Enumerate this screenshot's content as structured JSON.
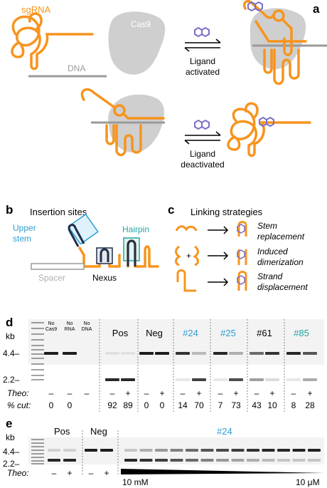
{
  "colors": {
    "orange": "#f7941d",
    "gray": "#cfcfcf",
    "darkgray": "#9a9a9a",
    "purple": "#7b6fc8",
    "blue": "#2a9fd6",
    "teal": "#22a6a6",
    "navy": "#1f2f4a"
  },
  "panel_a": {
    "letter": "a",
    "sgrna_label": "sgRNA",
    "cas9_label": "Cas9",
    "dna_label": "DNA",
    "activated_label_1": "Ligand",
    "activated_label_2": "activated",
    "deactivated_label_1": "Ligand",
    "deactivated_label_2": "deactivated"
  },
  "panel_b": {
    "letter": "b",
    "title": "Insertion sites",
    "upper_stem_1": "Upper",
    "upper_stem_2": "stem",
    "hairpin": "Hairpin",
    "spacer": "Spacer",
    "nexus": "Nexus"
  },
  "panel_c": {
    "letter": "c",
    "title": "Linking strategies",
    "rows": [
      {
        "label_1": "Stem",
        "label_2": "replacement"
      },
      {
        "label_1": "Induced",
        "label_2": "dimerization"
      },
      {
        "label_1": "Strand",
        "label_2": "displacement"
      }
    ],
    "plus": "+"
  },
  "panel_d": {
    "letter": "d",
    "kb_label": "kb",
    "size_upper": "4.4–",
    "size_lower": "2.2–",
    "lane_labels": [
      {
        "l1": "No",
        "l2": "Cas9"
      },
      {
        "l1": "No",
        "l2": "RNA"
      },
      {
        "l1": "No",
        "l2": "DNA"
      }
    ],
    "groups": [
      {
        "name": "Pos",
        "color": "#000000"
      },
      {
        "name": "Neg",
        "color": "#000000"
      },
      {
        "name": "#24",
        "color": "#2a9fd6"
      },
      {
        "name": "#25",
        "color": "#2a9fd6"
      },
      {
        "name": "#61",
        "color": "#000000"
      },
      {
        "name": "#85",
        "color": "#22a6a6"
      }
    ],
    "theo_label": "Theo:",
    "cut_label": "% cut:",
    "theo_values": [
      "–",
      "–",
      "–",
      "–",
      "+",
      "–",
      "+",
      "–",
      "+",
      "–",
      "+",
      "–",
      "+",
      "–",
      "+"
    ],
    "cut_values": [
      "0",
      "0",
      "",
      "92",
      "89",
      "0",
      "0",
      "14",
      "70",
      "7",
      "73",
      "43",
      "10",
      "8",
      "28"
    ]
  },
  "panel_e": {
    "letter": "e",
    "kb_label": "kb",
    "size_upper": "4.4–",
    "size_lower": "2.2–",
    "pos": "Pos",
    "neg": "Neg",
    "construct": "#24",
    "theo_label": "Theo:",
    "theo_values": [
      "–",
      "+",
      "–",
      "+"
    ],
    "conc_high": "10 mM",
    "conc_low": "10 μM"
  }
}
